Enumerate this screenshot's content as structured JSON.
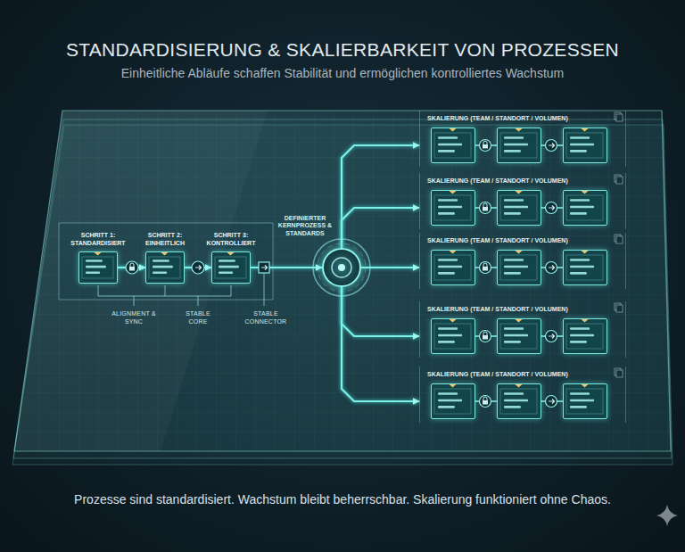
{
  "diagram": {
    "title": "STANDARDISIERUNG & SKALIERBARKEIT VON PROZESSEN",
    "caption": "Prozesse sind standardisiert. Wachstum bleibt beherrschbar. Skalierung funktioniert ohne Chaos.",
    "nodes": [
      {
        "text": [
          "SCHRITT 1: STANDARDISIERT"
        ]
      },
      {
        "text": [
          "SCHRITT 2: EINHEITLICH"
        ]
      },
      {
        "text": [
          "SCHRITT 3: KONTROLLIERT"
        ]
      },
      {
        "text": [
          "DEFINIERTER KERNPROZESS & STANDARDS"
        ]
      },
      {
        "text": [
          "SKALIERUNG (TEAM / STANDORT / VOLUMEN)"
        ]
      },
      {
        "text": [
          "SKALIERUNG (TEAM / STANDORT / VOLUMEN)"
        ]
      },
      {
        "text": [
          "SKALIERUNG (TEAM / STANDORT / VOLUMEN)"
        ]
      },
      {
        "text": [
          "SKALIERUNG (TEAM / STANDORT / VOLUMEN)"
        ]
      },
      {
        "text": [
          "SKALIERUNG (TEAM / STANDORT / VOLUMEN)"
        ]
      }
    ],
    "edges": [
      {
        "from": 0,
        "to": 1,
        "arrow": "to"
      },
      {
        "from": 1,
        "to": 2,
        "arrow": "to"
      },
      {
        "from": 2,
        "to": 3,
        "arrow": "to"
      },
      {
        "from": 3,
        "to": 4,
        "arrow": "to"
      },
      {
        "from": 3,
        "to": 5,
        "arrow": "to"
      },
      {
        "from": 3,
        "to": 6,
        "arrow": "to"
      },
      {
        "from": 3,
        "to": 7,
        "arrow": "to"
      },
      {
        "from": 3,
        "to": 8,
        "arrow": "to"
      }
    ],
    "labels": [
      "Einheitliche Abläufe schaffen Stabilität und ermöglichen kontrolliertes Wachstum",
      "ALIGNMENT & SYNC",
      "STABLE CORE",
      "STABLE CONNECTOR"
    ]
  }
}
